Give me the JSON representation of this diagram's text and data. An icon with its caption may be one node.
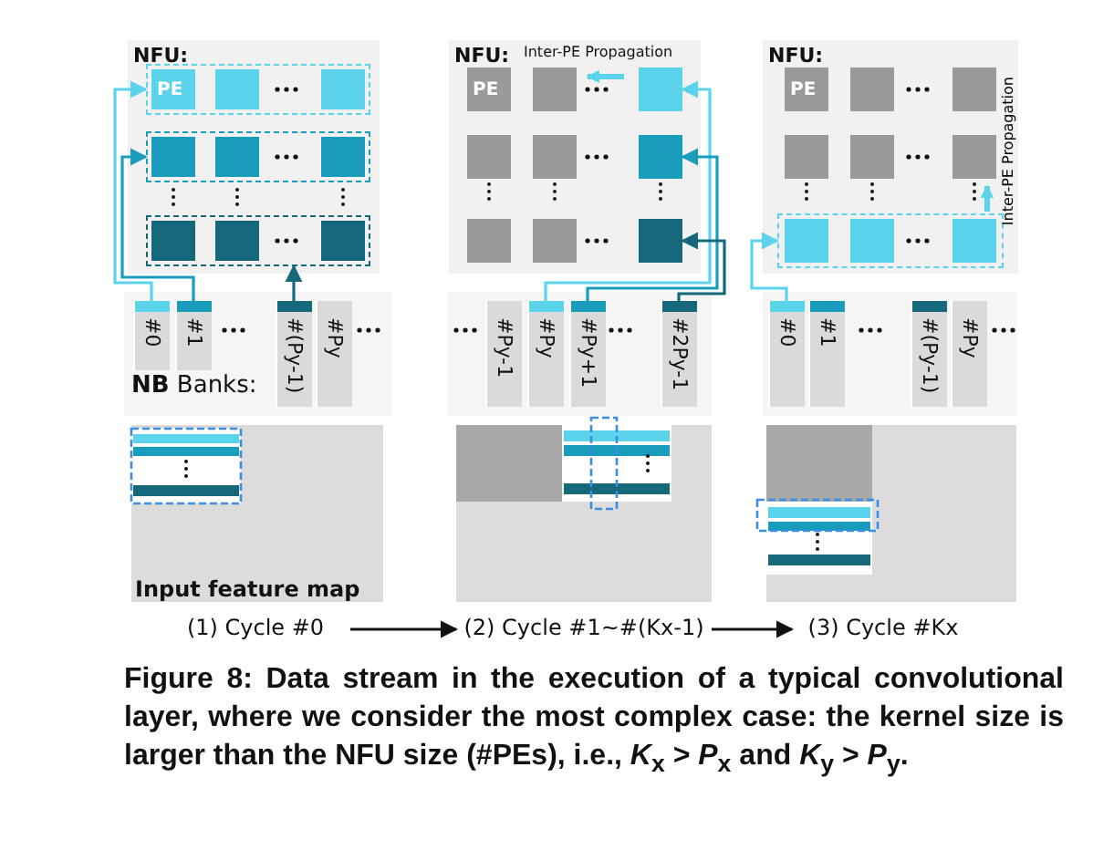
{
  "diagram": {
    "caption": "Figure 8: Data stream in the execution of a typical convolutional layer, where we consider the most complex case: the kernel size is larger than the NFU size (#PEs), i.e., *K*$_{x}$ > *P*$_{x}$ and *K*$_{y}$ > *P*$_{y}$.",
    "nodes": [
      {
        "text": [
          "NFU:"
        ]
      },
      {
        "text": [],
        "shape": "box",
        "in": 0
      },
      {
        "text": [],
        "shape": "box",
        "in": 0
      },
      {
        "text": [],
        "shape": "box",
        "in": 0
      },
      {
        "text": [
          "**NB** Banks:"
        ]
      },
      {
        "text": [
          "#0"
        ],
        "in": 4
      },
      {
        "text": [
          "#1"
        ],
        "in": 4
      },
      {
        "text": [
          "#(Py-1)"
        ],
        "in": 4
      },
      {
        "text": [
          "#Py"
        ],
        "in": 4
      },
      {
        "text": [
          "Input feature map"
        ]
      },
      {
        "text": [
          "(1) Cycle #0"
        ]
      },
      {
        "text": [
          "NFU:"
        ]
      },
      {
        "text": [],
        "shape": "box",
        "in": 11
      },
      {
        "text": [],
        "shape": "box",
        "in": 11
      },
      {
        "text": [],
        "shape": "box",
        "in": 11
      },
      {
        "text": [
          "#Py-1"
        ]
      },
      {
        "text": [
          "#Py"
        ]
      },
      {
        "text": [
          "#Py+1"
        ]
      },
      {
        "text": [
          "#2Py-1"
        ]
      },
      {
        "text": [
          "(2) Cycle #1~#(Kx-1)"
        ]
      },
      {
        "text": [
          "NFU:"
        ]
      },
      {
        "text": [],
        "shape": "box",
        "in": 20
      },
      {
        "text": [
          "#0"
        ]
      },
      {
        "text": [
          "#1"
        ]
      },
      {
        "text": [
          "#(Py-1)"
        ]
      },
      {
        "text": [
          "#Py"
        ]
      },
      {
        "text": [
          "(3) Cycle #Kx"
        ]
      }
    ],
    "edges": [
      {
        "from": 5,
        "to": 1,
        "arrow": "to",
        "color": "#5bd3ea"
      },
      {
        "from": 6,
        "to": 2,
        "arrow": "to",
        "color": "#1a9cbc"
      },
      {
        "from": 7,
        "to": 3,
        "arrow": "to",
        "color": "#15697a"
      },
      {
        "from": 16,
        "to": 12,
        "arrow": "to",
        "color": "#5bd3ea"
      },
      {
        "from": 17,
        "to": 13,
        "arrow": "to",
        "color": "#1a9cbc"
      },
      {
        "from": 18,
        "to": 14,
        "arrow": "to",
        "color": "#15697a"
      },
      {
        "from": 22,
        "to": 21,
        "arrow": "to",
        "color": "#5bd3ea"
      },
      {
        "from": 10,
        "to": 19,
        "arrow": "to",
        "color": "#111111"
      },
      {
        "from": 19,
        "to": 26,
        "arrow": "to",
        "color": "#111111"
      }
    ],
    "labels": [
      "PE",
      "Inter-PE Propagation",
      "PE",
      "PE",
      "Inter-PE Propagation"
    ]
  }
}
